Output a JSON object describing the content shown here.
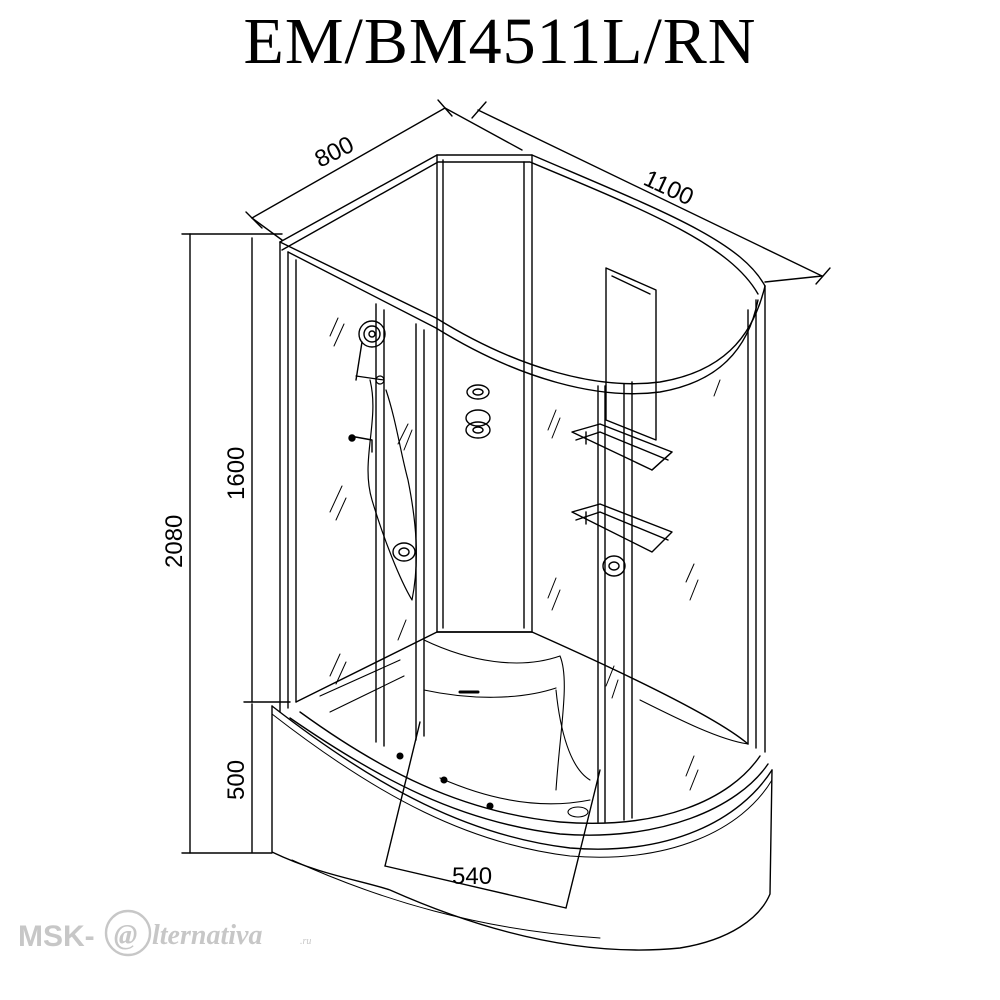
{
  "title": "EM/BM4511L/RN",
  "dimensions": {
    "depth": "800",
    "length": "1100",
    "total_height": "2080",
    "glass_height": "1600",
    "tray_height": "500",
    "seat_width": "540"
  },
  "watermark": {
    "prefix": "MSK-",
    "at": "@",
    "word": "lternativa",
    "tld": ".ru"
  },
  "colors": {
    "line": "#000000",
    "watermark": "#c7c7c7",
    "background": "#ffffff"
  }
}
